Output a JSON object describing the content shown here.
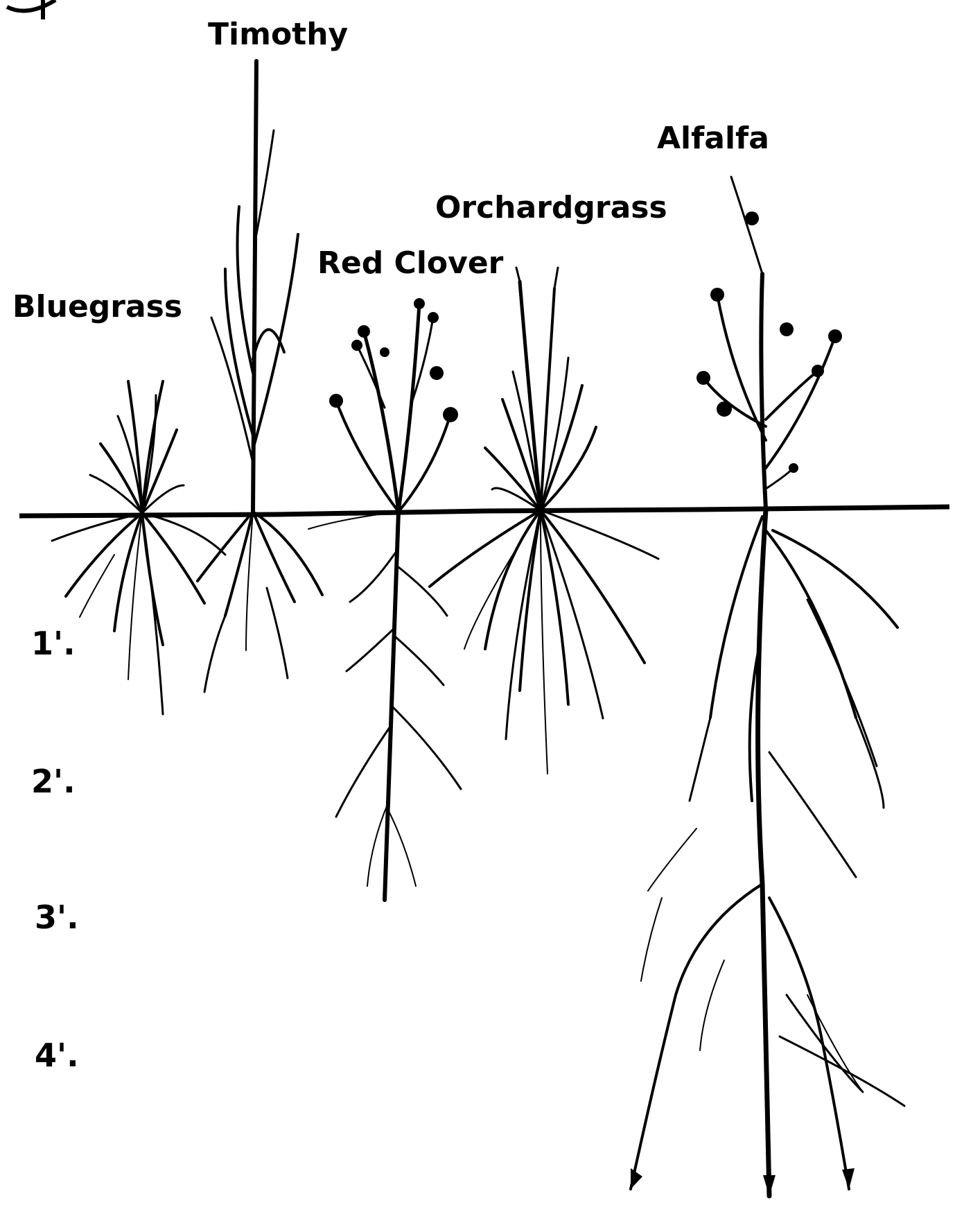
{
  "plants": [
    {
      "name": "Bluegrass",
      "kind": "grass-short"
    },
    {
      "name": "Timothy",
      "kind": "grass-tall"
    },
    {
      "name": "Red Clover",
      "kind": "clover"
    },
    {
      "name": "Orchardgrass",
      "kind": "grass-bunch"
    },
    {
      "name": "Alfalfa",
      "kind": "legume-deep"
    }
  ],
  "depth_scale": [
    "1'.",
    "2'.",
    "3'.",
    "4'."
  ],
  "colors": {
    "ink": "#000000",
    "paper": "#ffffff"
  }
}
